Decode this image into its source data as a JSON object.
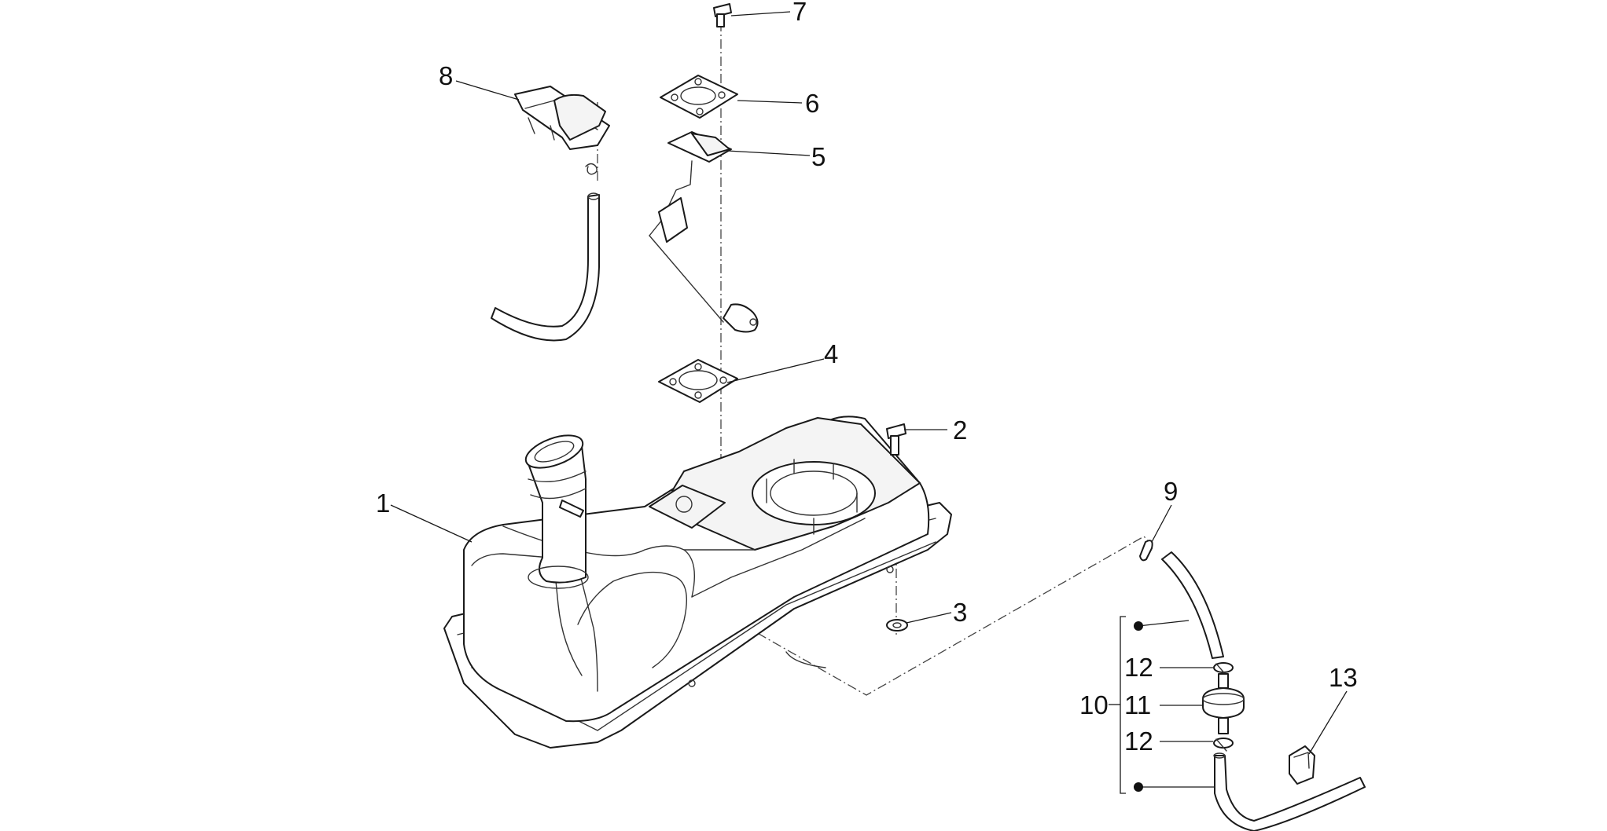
{
  "callouts": {
    "c1": "1",
    "c2": "2",
    "c3": "3",
    "c4": "4",
    "c5": "5",
    "c6": "6",
    "c7": "7",
    "c8": "8",
    "c9": "9",
    "c10": "10",
    "c11": "11",
    "c12a": "12",
    "c12b": "12",
    "c13": "13"
  },
  "colors": {
    "line": "#1a1a1a",
    "background": "#ffffff"
  }
}
